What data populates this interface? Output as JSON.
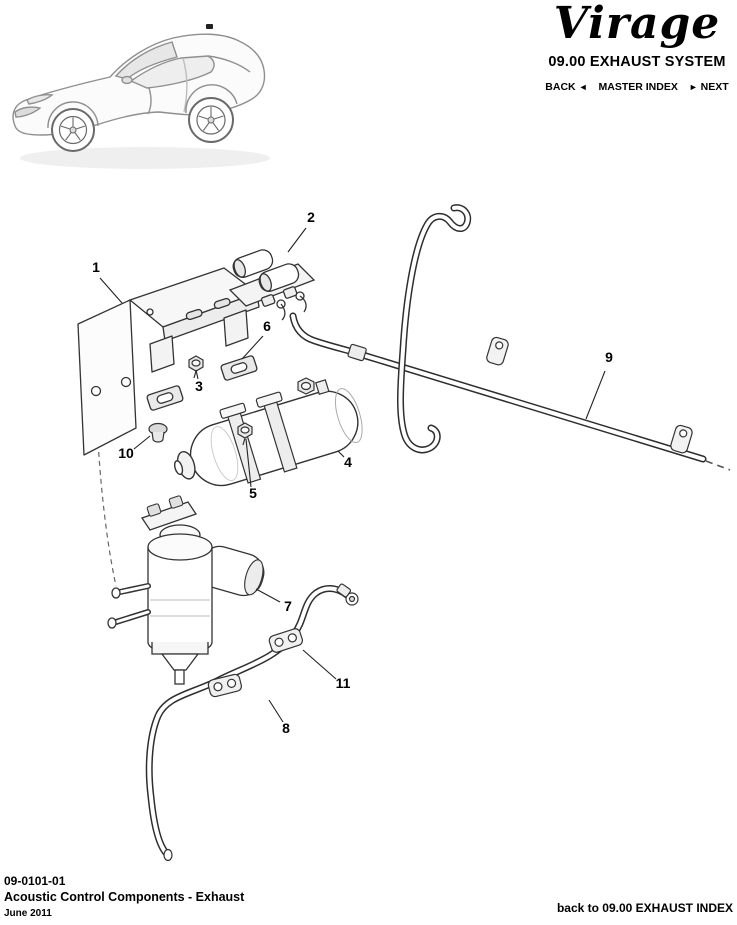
{
  "header": {
    "logo": "Virage",
    "section_title": "09.00 EXHAUST SYSTEM",
    "nav": {
      "back": "BACK",
      "back_arrow": "◄",
      "master_index": "MASTER INDEX",
      "next_arrow": "►",
      "next": "NEXT"
    }
  },
  "diagram": {
    "callouts": [
      {
        "num": "1"
      },
      {
        "num": "2"
      },
      {
        "num": "3"
      },
      {
        "num": "4"
      },
      {
        "num": "5"
      },
      {
        "num": "6"
      },
      {
        "num": "7"
      },
      {
        "num": "8"
      },
      {
        "num": "9"
      },
      {
        "num": "10"
      },
      {
        "num": "11"
      }
    ]
  },
  "footer": {
    "doc_number": "09-0101-01",
    "doc_title": "Acoustic Control Components - Exhaust",
    "date": "June 2011",
    "index_link": "back to 09.00 EXHAUST INDEX"
  }
}
